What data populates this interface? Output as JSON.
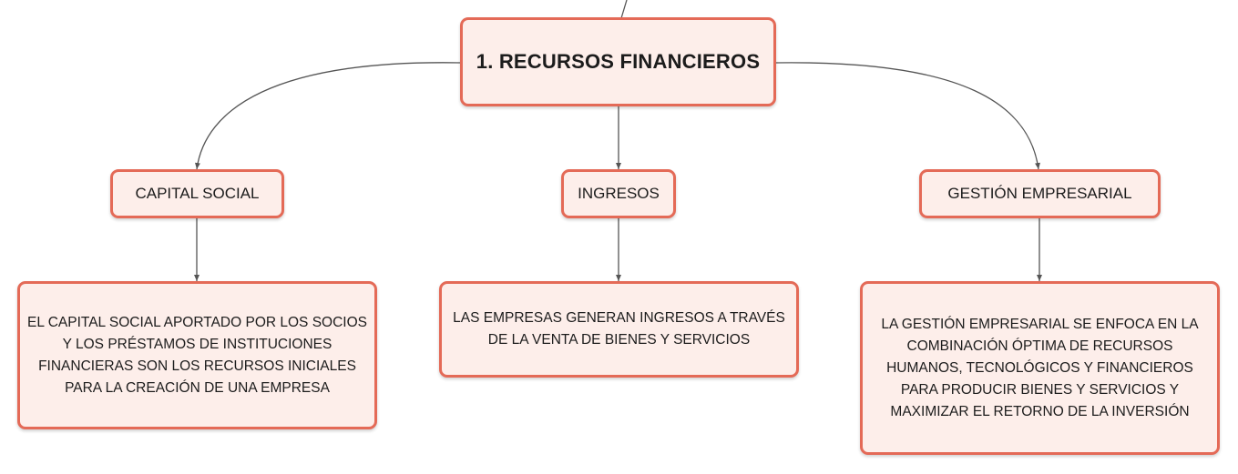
{
  "root": {
    "label": "1. RECURSOS FINANCIEROS"
  },
  "branches": [
    {
      "label": "CAPITAL SOCIAL",
      "description": "EL CAPITAL SOCIAL APORTADO POR LOS SOCIOS Y LOS PRÉSTAMOS DE INSTITUCIONES FINANCIERAS SON LOS RECURSOS INICIALES PARA LA CREACIÓN DE UNA EMPRESA"
    },
    {
      "label": "INGRESOS",
      "description": "LAS EMPRESAS GENERAN INGRESOS A TRAVÉS DE LA VENTA DE BIENES Y SERVICIOS"
    },
    {
      "label": "GESTIÓN EMPRESARIAL",
      "description": "LA GESTIÓN EMPRESARIAL SE ENFOCA EN LA COMBINACIÓN ÓPTIMA DE RECURSOS HUMANOS, TECNOLÓGICOS Y FINANCIEROS PARA PRODUCIR BIENES Y SERVICIOS Y MAXIMIZAR EL RETORNO DE LA INVERSIÓN"
    }
  ],
  "colors": {
    "node_fill": "#fdeeea",
    "node_border": "#e46a57",
    "connector": "#555555"
  }
}
